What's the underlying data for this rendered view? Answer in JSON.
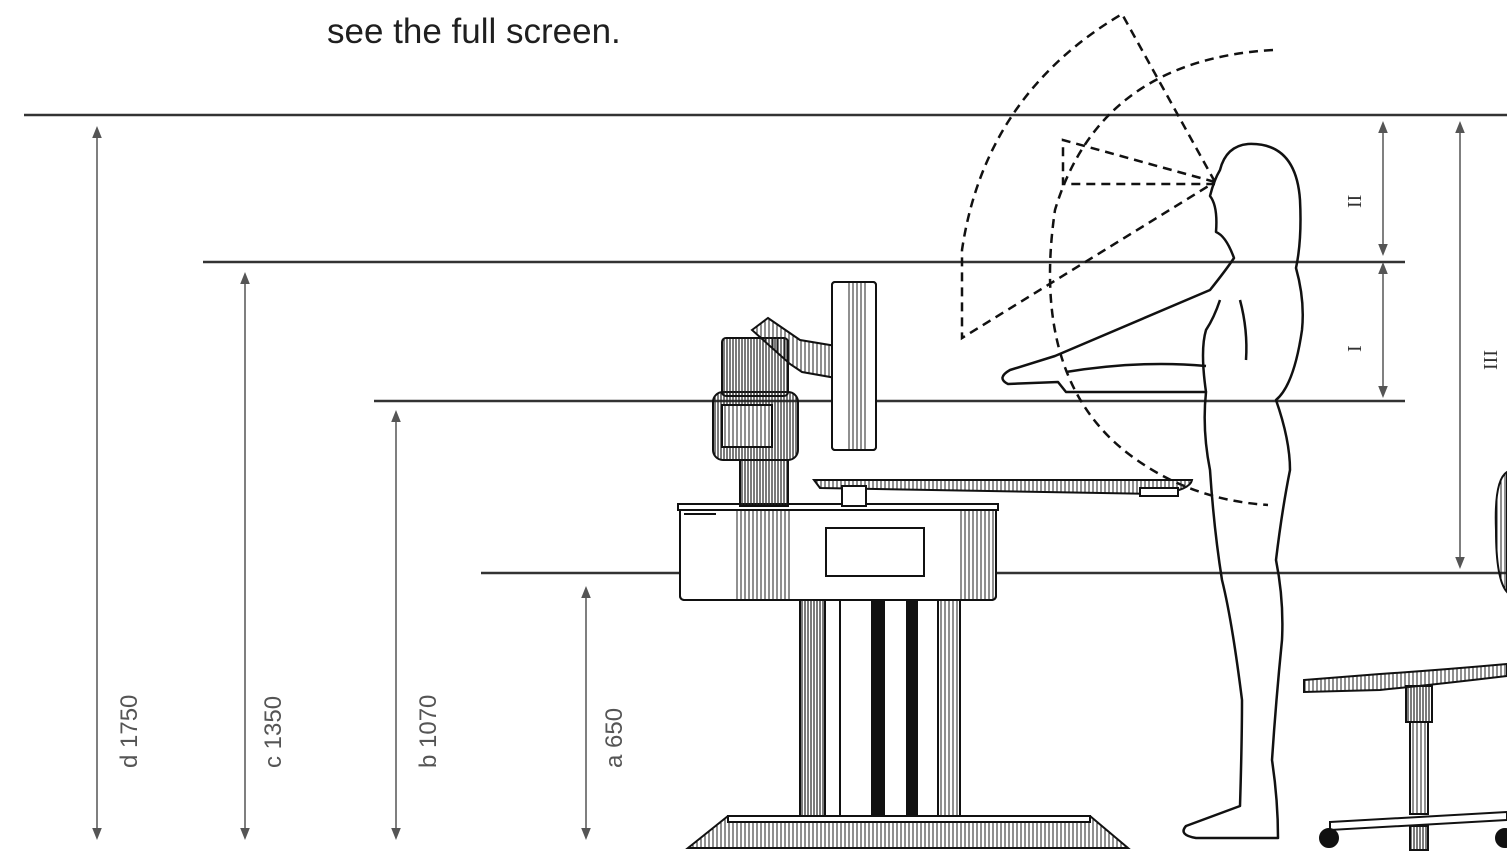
{
  "caption": "see the full screen.",
  "dimensions": [
    {
      "label": "d 1750"
    },
    {
      "label": "c 1350"
    },
    {
      "label": "b 1070"
    },
    {
      "label": "a 650"
    }
  ],
  "zones": [
    {
      "label": "II"
    },
    {
      "label": "I"
    },
    {
      "label": "III"
    }
  ],
  "colors": {
    "line": "#333333",
    "dim": "#555555",
    "drawing": "#111111"
  }
}
